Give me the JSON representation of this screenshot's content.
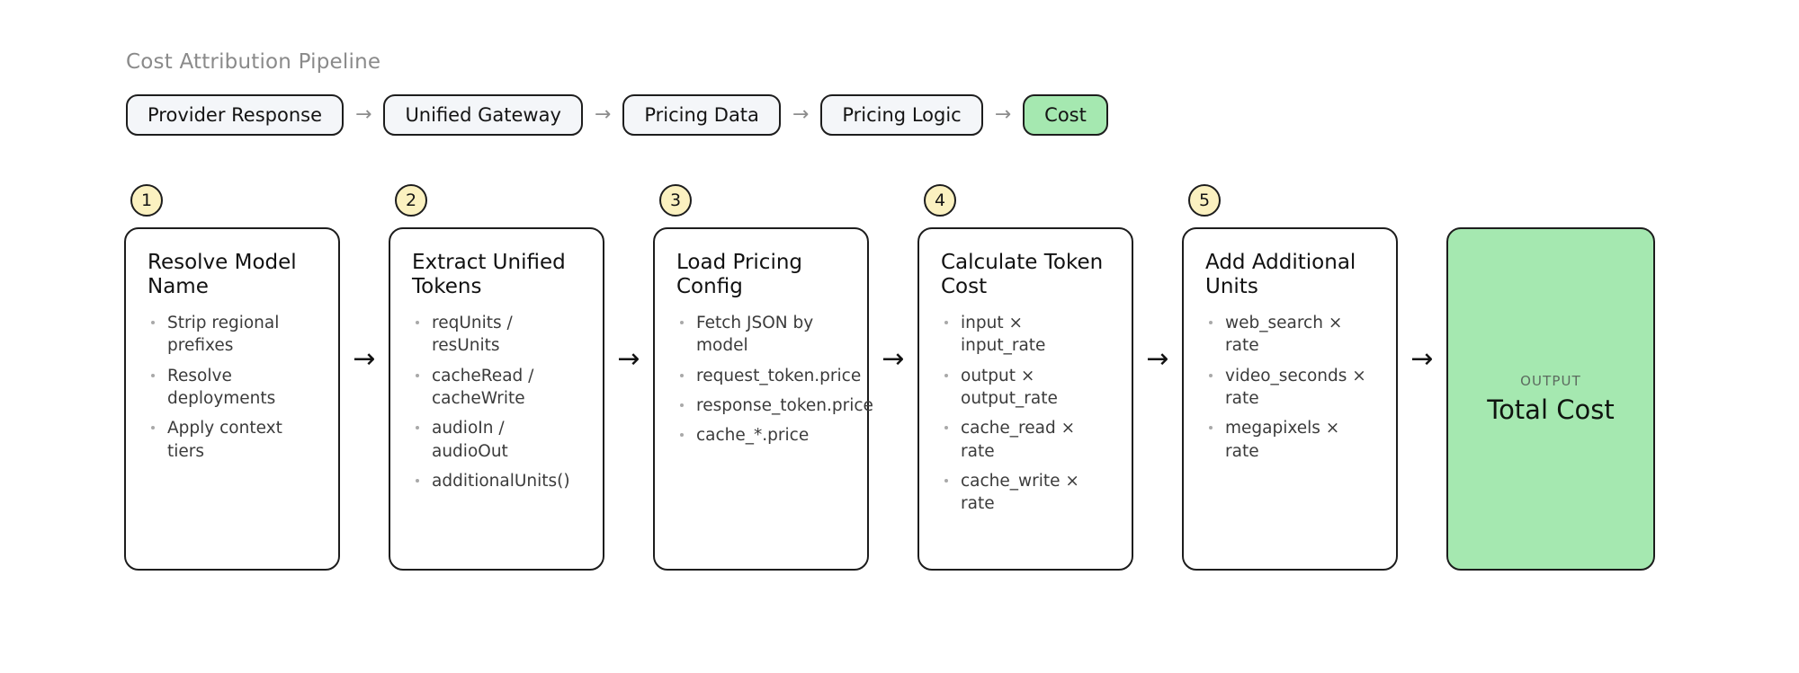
{
  "title": "Cost Attribution Pipeline",
  "colors": {
    "accent_green": "#a5e8b0",
    "badge_yellow": "#fbf1c0",
    "chip_bg": "#f4f6f9",
    "stroke": "#1d1d1d",
    "title_gray": "#8a8a8a",
    "bullet_gray": "#a9a9a9"
  },
  "flow": {
    "separator": "→",
    "chips": [
      {
        "label": "Provider Response",
        "accent": false
      },
      {
        "label": "Unified Gateway",
        "accent": false
      },
      {
        "label": "Pricing Data",
        "accent": false
      },
      {
        "label": "Pricing Logic",
        "accent": false
      },
      {
        "label": "Cost",
        "accent": true
      }
    ]
  },
  "step_arrow": "→",
  "steps": [
    {
      "number": "1",
      "title": "Resolve Model Name",
      "bullets": [
        "Strip regional prefixes",
        "Resolve deployments",
        "Apply context tiers"
      ]
    },
    {
      "number": "2",
      "title": "Extract Unified Tokens",
      "bullets": [
        "reqUnits / resUnits",
        "cacheRead / cacheWrite",
        "audioIn / audioOut",
        "additionalUnits()"
      ]
    },
    {
      "number": "3",
      "title": "Load Pricing Config",
      "bullets": [
        "Fetch JSON by model",
        "request_token.price",
        "response_token.price",
        "cache_*.price"
      ]
    },
    {
      "number": "4",
      "title": "Calculate Token Cost",
      "bullets": [
        "input × input_rate",
        "output × output_rate",
        "cache_read × rate",
        "cache_write × rate"
      ]
    },
    {
      "number": "5",
      "title": "Add Additional Units",
      "bullets": [
        "web_search × rate",
        "video_seconds × rate",
        "megapixels × rate"
      ]
    }
  ],
  "output": {
    "kicker": "OUTPUT",
    "value": "Total Cost"
  }
}
